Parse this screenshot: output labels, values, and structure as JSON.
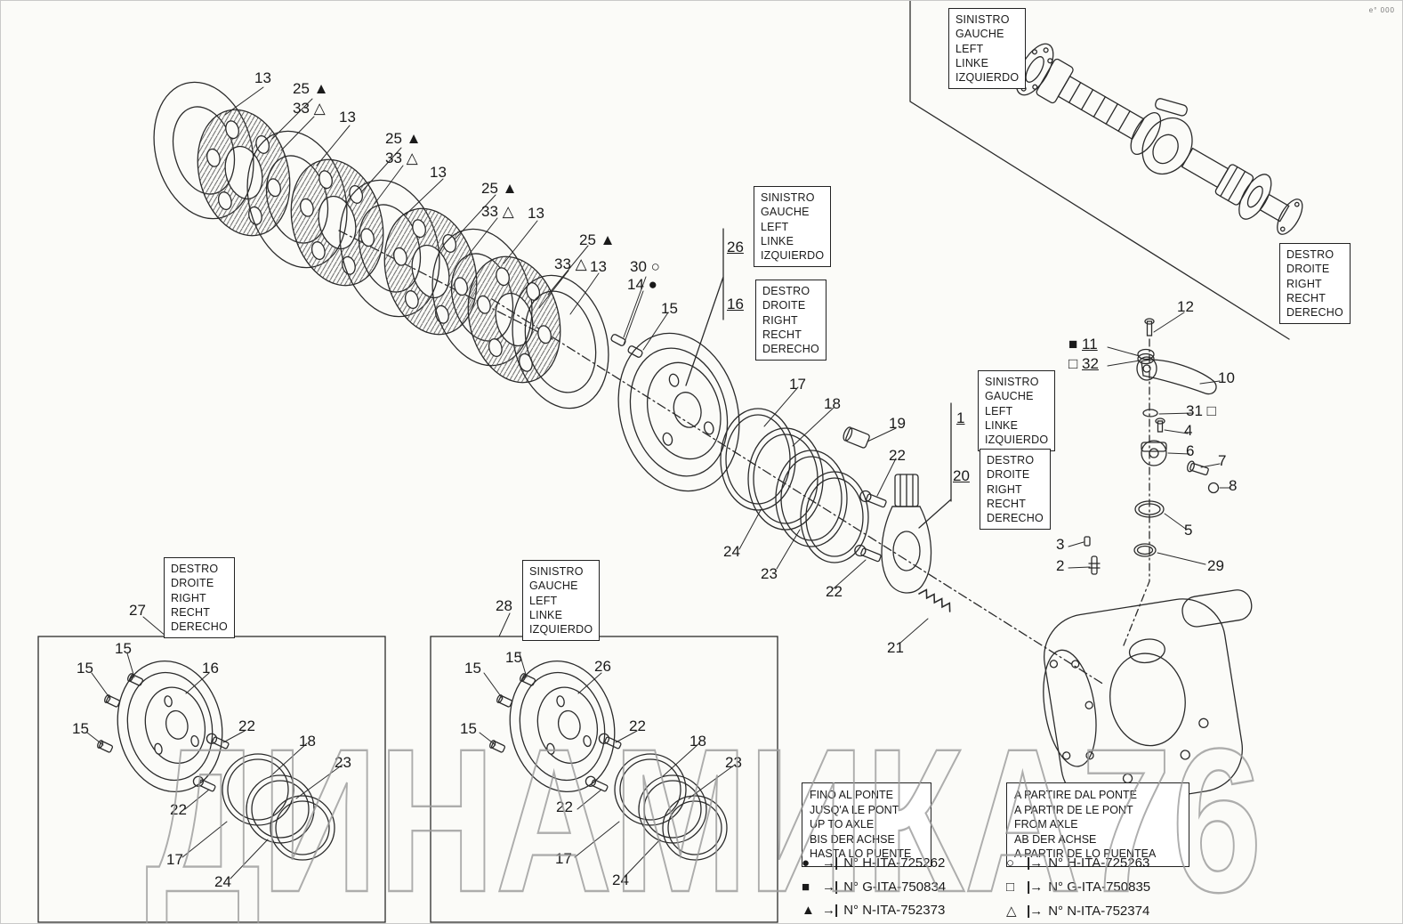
{
  "watermark": "ДИНАМИКА76",
  "corner_mark": "e° 000",
  "lang_left": [
    "SINISTRO",
    "GAUCHE",
    "LEFT",
    "LINKE",
    "IZQUIERDO"
  ],
  "lang_right": [
    "DESTRO",
    "DROITE",
    "RIGHT",
    "RECHT",
    "DERECHO"
  ],
  "parts": {
    "n1": "1",
    "n2": "2",
    "n3": "3",
    "n4": "4",
    "n5": "5",
    "n6": "6",
    "n7": "7",
    "n8": "8",
    "n10": "10",
    "n11": "11",
    "n12": "12",
    "n13": "13",
    "n14": "14 ●",
    "n15": "15",
    "n16": "16",
    "n17": "17",
    "n18": "18",
    "n19": "19",
    "n20": "20",
    "n21": "21",
    "n22": "22",
    "n23": "23",
    "n24": "24",
    "n25": "25 ▲",
    "n26": "26",
    "n27": "27",
    "n28": "28",
    "n29": "29",
    "n30": "30 ○",
    "n31": "31 □",
    "n32": "32",
    "n33": "33 △",
    "marker_filled_square": "■",
    "marker_open_square": "□"
  },
  "legend_before": {
    "lines": [
      "FINO AL PONTE",
      "JUSQ'A LE PONT",
      "UP TO AXLE",
      "BIS DER ACHSE",
      "HASTA LO PUENTE"
    ],
    "entries": [
      {
        "symbol": "●",
        "arrow": "→|",
        "code": "N° H-ITA-725262"
      },
      {
        "symbol": "■",
        "arrow": "→|",
        "code": "N° G-ITA-750834"
      },
      {
        "symbol": "▲",
        "arrow": "→|",
        "code": "N° N-ITA-752373"
      }
    ]
  },
  "legend_after": {
    "lines": [
      "A PARTIRE DAL PONTE",
      "A PARTIR DE LE PONT",
      "FROM AXLE",
      "AB DER ACHSE",
      "A PARTIR DE LO PUENTEA"
    ],
    "entries": [
      {
        "symbol": "○",
        "arrow": "|→",
        "code": "N° H-ITA-725263"
      },
      {
        "symbol": "□",
        "arrow": "|→",
        "code": "N° G-ITA-750835"
      },
      {
        "symbol": "△",
        "arrow": "|→",
        "code": "N° N-ITA-752374"
      }
    ]
  }
}
